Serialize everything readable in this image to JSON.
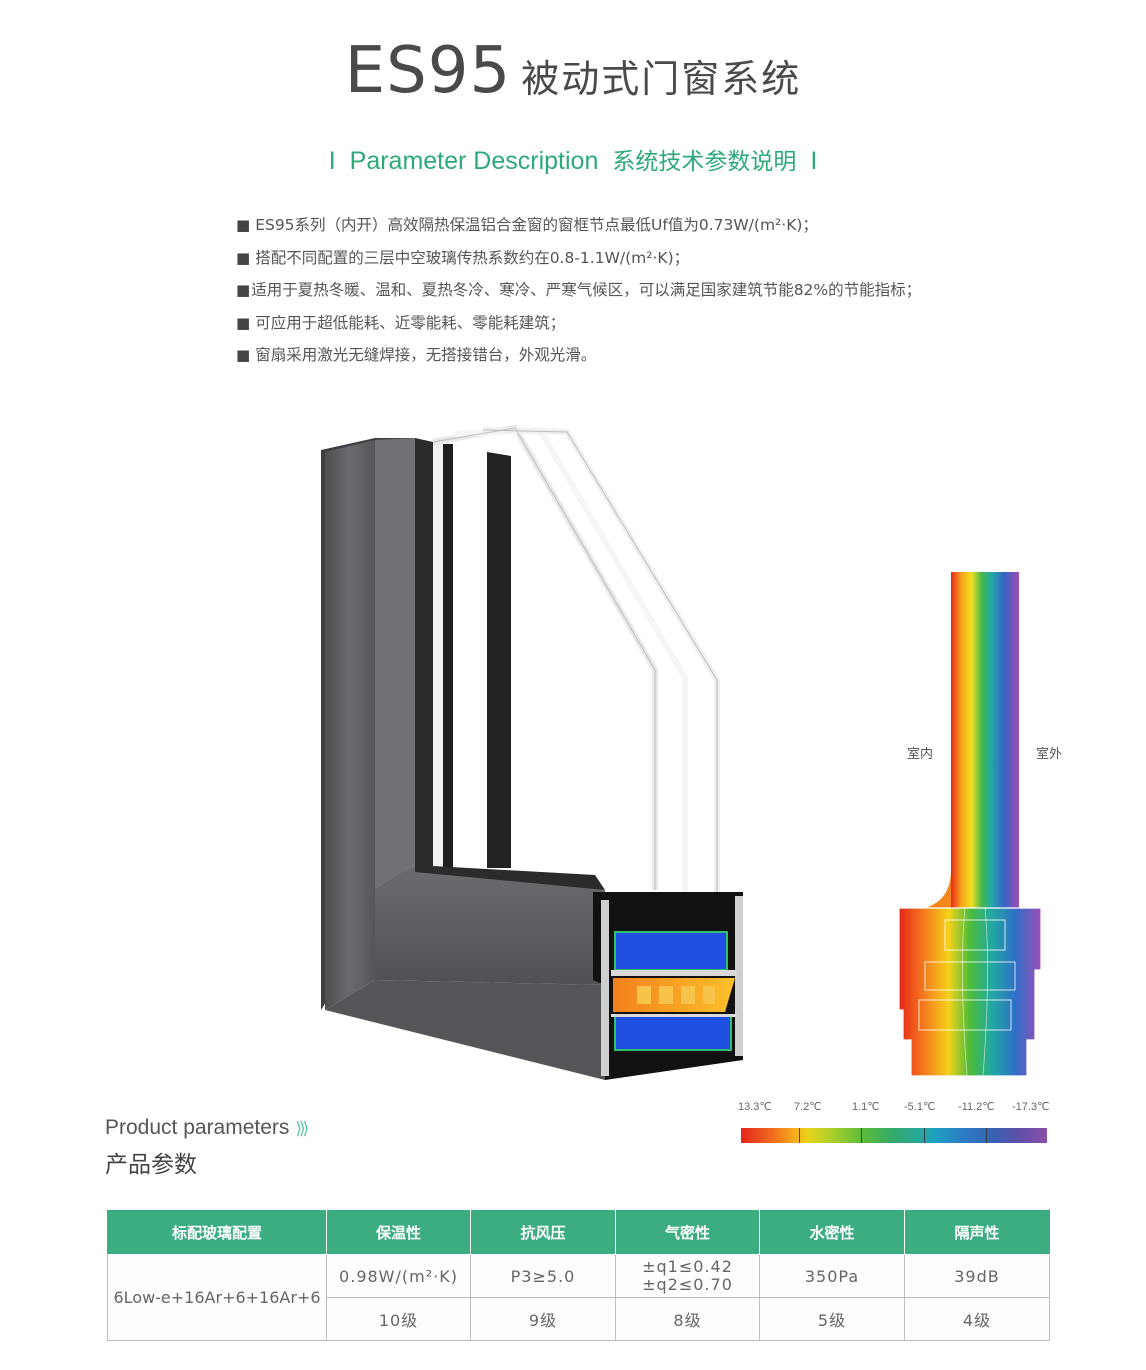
{
  "title": {
    "model": "ES95",
    "name": "被动式门窗系统"
  },
  "subtitle": {
    "bar_left": "I",
    "en": "Parameter Description",
    "cn": "系统技术参数说明",
    "bar_right": "I"
  },
  "bullet_marker": "■",
  "bullets": [
    "ES95系列（内开）高效隔热保温铝合金窗的窗框节点最低Uf值为0.73W/(m²·K)；",
    "搭配不同配置的三层中空玻璃传热系数约在0.8-1.1W/(m²·K)；",
    "适用于夏热冬暖、温和、夏热冬冷、寒冷、严寒气候区，可以满足国家建筑节能82%的节能指标；",
    "可应用于超低能耗、近零能耗、零能耗建筑；",
    "窗扇采用激光无缝焊接，无搭接错台，外观光滑。"
  ],
  "diagram": {
    "indoor_label": "室内",
    "outdoor_label": "室外",
    "temperature_scale": [
      "13.3℃",
      "7.2℃",
      "1.1℃",
      "-5.1℃",
      "-11.2℃",
      "-17.3℃"
    ],
    "colors": {
      "frame": "#5f6063",
      "insulation_blue": "#1e4fe0",
      "insulation_orange": "#f7a21b",
      "accent_green": "#3cad80"
    }
  },
  "product_parameters": {
    "en": "Product parameters",
    "chevrons": "⟩⟩⟩",
    "cn": "产品参数",
    "headers": [
      "标配玻璃配置",
      "保温性",
      "抗风压",
      "气密性",
      "水密性",
      "隔声性"
    ],
    "glass_config": "6Low-e+16Ar+6+16Ar+6",
    "values_row": {
      "insulation": "0.98W/(m²·K)",
      "wind": "P3≥5.0",
      "air_line1": "±q1≤0.42",
      "air_line2": "±q2≤0.70",
      "water": "350Pa",
      "sound": "39dB"
    },
    "grades_row": {
      "insulation": "10级",
      "wind": "9级",
      "air": "8级",
      "water": "5级",
      "sound": "4级"
    }
  }
}
